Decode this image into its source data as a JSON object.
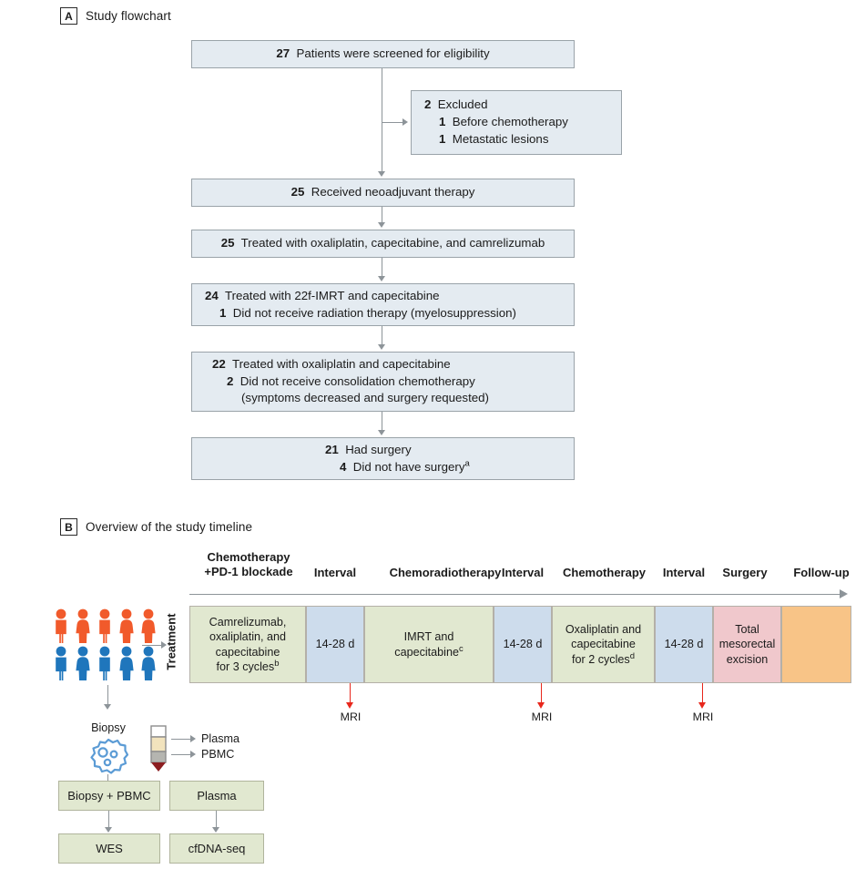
{
  "figure": {
    "panelA": {
      "letter": "A",
      "title": "Study flowchart",
      "boxes": {
        "screened": {
          "num": "27",
          "text": "Patients were screened for eligibility"
        },
        "excluded": {
          "num": "2",
          "text": "Excluded",
          "sub1_num": "1",
          "sub1_text": "Before chemotherapy",
          "sub2_num": "1",
          "sub2_text": "Metastatic lesions"
        },
        "neoadjuvant": {
          "num": "25",
          "text": "Received neoadjuvant therapy"
        },
        "chemo": {
          "num": "25",
          "text": "Treated with oxaliplatin, capecitabine, and camrelizumab"
        },
        "radiation": {
          "num": "24",
          "text": "Treated with 22f-IMRT and capecitabine",
          "sub1_num": "1",
          "sub1_text": "Did not receive radiation therapy (myelosuppression)"
        },
        "consolidation": {
          "num": "22",
          "text": "Treated with oxaliplatin and capecitabine",
          "sub1_num": "2",
          "sub1_text": "Did not receive consolidation chemotherapy",
          "sub1_text2": "(symptoms decreased and surgery requested)"
        },
        "surgery": {
          "num": "21",
          "text": "Had surgery",
          "sub1_num": "4",
          "sub1_text": "Did not have surgery",
          "sub1_note": "a"
        }
      }
    },
    "panelB": {
      "letter": "B",
      "title": "Overview of the study timeline",
      "phase_labels": [
        {
          "line1": "Chemotherapy",
          "line2": "+PD-1 blockade"
        },
        {
          "line1": "Interval",
          "line2": ""
        },
        {
          "line1": "Chemoradiotherapy",
          "line2": ""
        },
        {
          "line1": "Interval",
          "line2": ""
        },
        {
          "line1": "Chemotherapy",
          "line2": ""
        },
        {
          "line1": "Interval",
          "line2": ""
        },
        {
          "line1": "Surgery",
          "line2": ""
        },
        {
          "line1": "Follow-up",
          "line2": ""
        }
      ],
      "treatment_axis_label": "Treatment",
      "treatment_boxes": [
        {
          "text": "Camrelizumab,\noxaliplatin, and\ncapecitabine\nfor 3 cycles",
          "note": "b",
          "color": "#e1e8d0"
        },
        {
          "text": "14-28 d",
          "note": "",
          "color": "#cddcec"
        },
        {
          "text": "IMRT and\ncapecitabine",
          "note": "c",
          "color": "#e1e8d0"
        },
        {
          "text": "14-28 d",
          "note": "",
          "color": "#cddcec"
        },
        {
          "text": "Oxaliplatin and\ncapecitabine\nfor 2 cycles",
          "note": "d",
          "color": "#e1e8d0"
        },
        {
          "text": "14-28 d",
          "note": "",
          "color": "#cddcec"
        },
        {
          "text": "Total\nmesorectal\nexcision",
          "note": "",
          "color": "#f0c8cc"
        },
        {
          "text": "",
          "note": "",
          "color": "#f8c487"
        }
      ],
      "mri_markers": [
        {
          "label": "MRI"
        },
        {
          "label": "MRI"
        },
        {
          "label": "MRI"
        }
      ],
      "biopsy_label": "Biopsy",
      "tube_labels": [
        "Plasma",
        "PBMC"
      ],
      "sample_boxes": [
        {
          "label": "Biopsy + PBMC"
        },
        {
          "label": "Plasma"
        }
      ],
      "assay_boxes": [
        {
          "label": "WES"
        },
        {
          "label": "cfDNA-seq"
        }
      ],
      "patients": {
        "row1_color": "#f15a2b",
        "row2_color": "#1f76bc",
        "per_row": 5
      }
    },
    "colors": {
      "flowbox_fill": "#e4ebf1",
      "flowbox_border": "#9aa3a9",
      "green": "#e1e8d0",
      "blue": "#cddcec",
      "pink": "#f0c8cc",
      "orange": "#f8c487",
      "mri_red": "#e8271c"
    }
  }
}
